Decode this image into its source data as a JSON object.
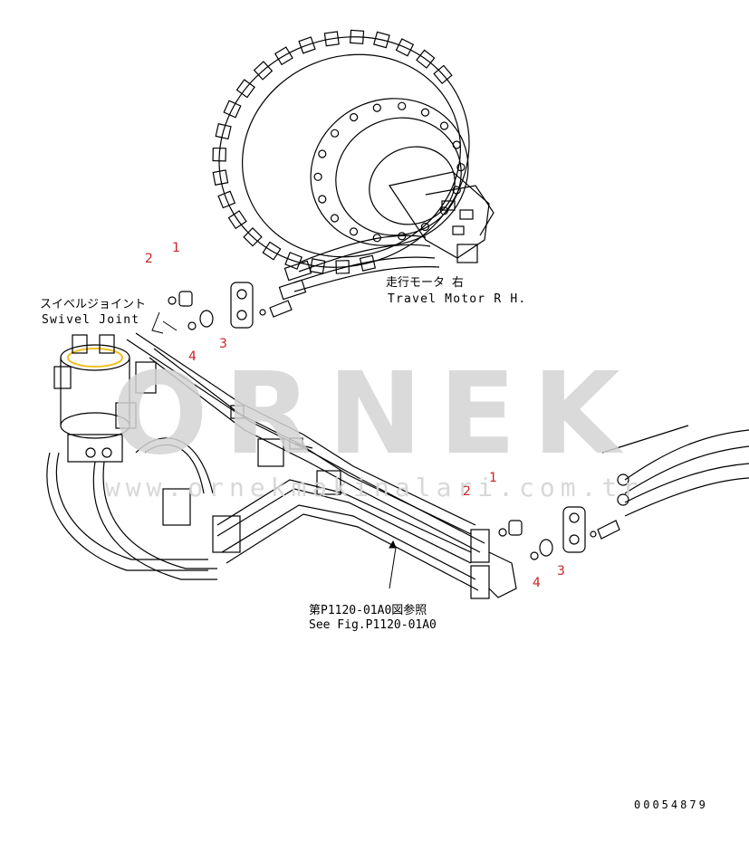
{
  "colors": {
    "line": "#000000",
    "callout": "#cc2222",
    "watermark": "#d4d4d4",
    "highlight": "#f0c020"
  },
  "watermark": {
    "brand": "ORNEK",
    "url": "www.ornekmakinalari.com.tr"
  },
  "labels": {
    "travel_motor_jp": "走行モータ 右",
    "travel_motor_en": "Travel Motor R H.",
    "swivel_joint_jp": "スイベルジョイント",
    "swivel_joint_en": "Swivel Joint",
    "see_fig_jp": "第P1120-01A0図参照",
    "see_fig_en": "See Fig.P1120-01A0",
    "drawing_number": "00054879"
  },
  "callouts_top": [
    {
      "number": "1"
    },
    {
      "number": "2"
    },
    {
      "number": "3"
    },
    {
      "number": "4"
    }
  ],
  "callouts_right": [
    {
      "number": "1"
    },
    {
      "number": "2"
    },
    {
      "number": "3"
    },
    {
      "number": "4"
    }
  ]
}
